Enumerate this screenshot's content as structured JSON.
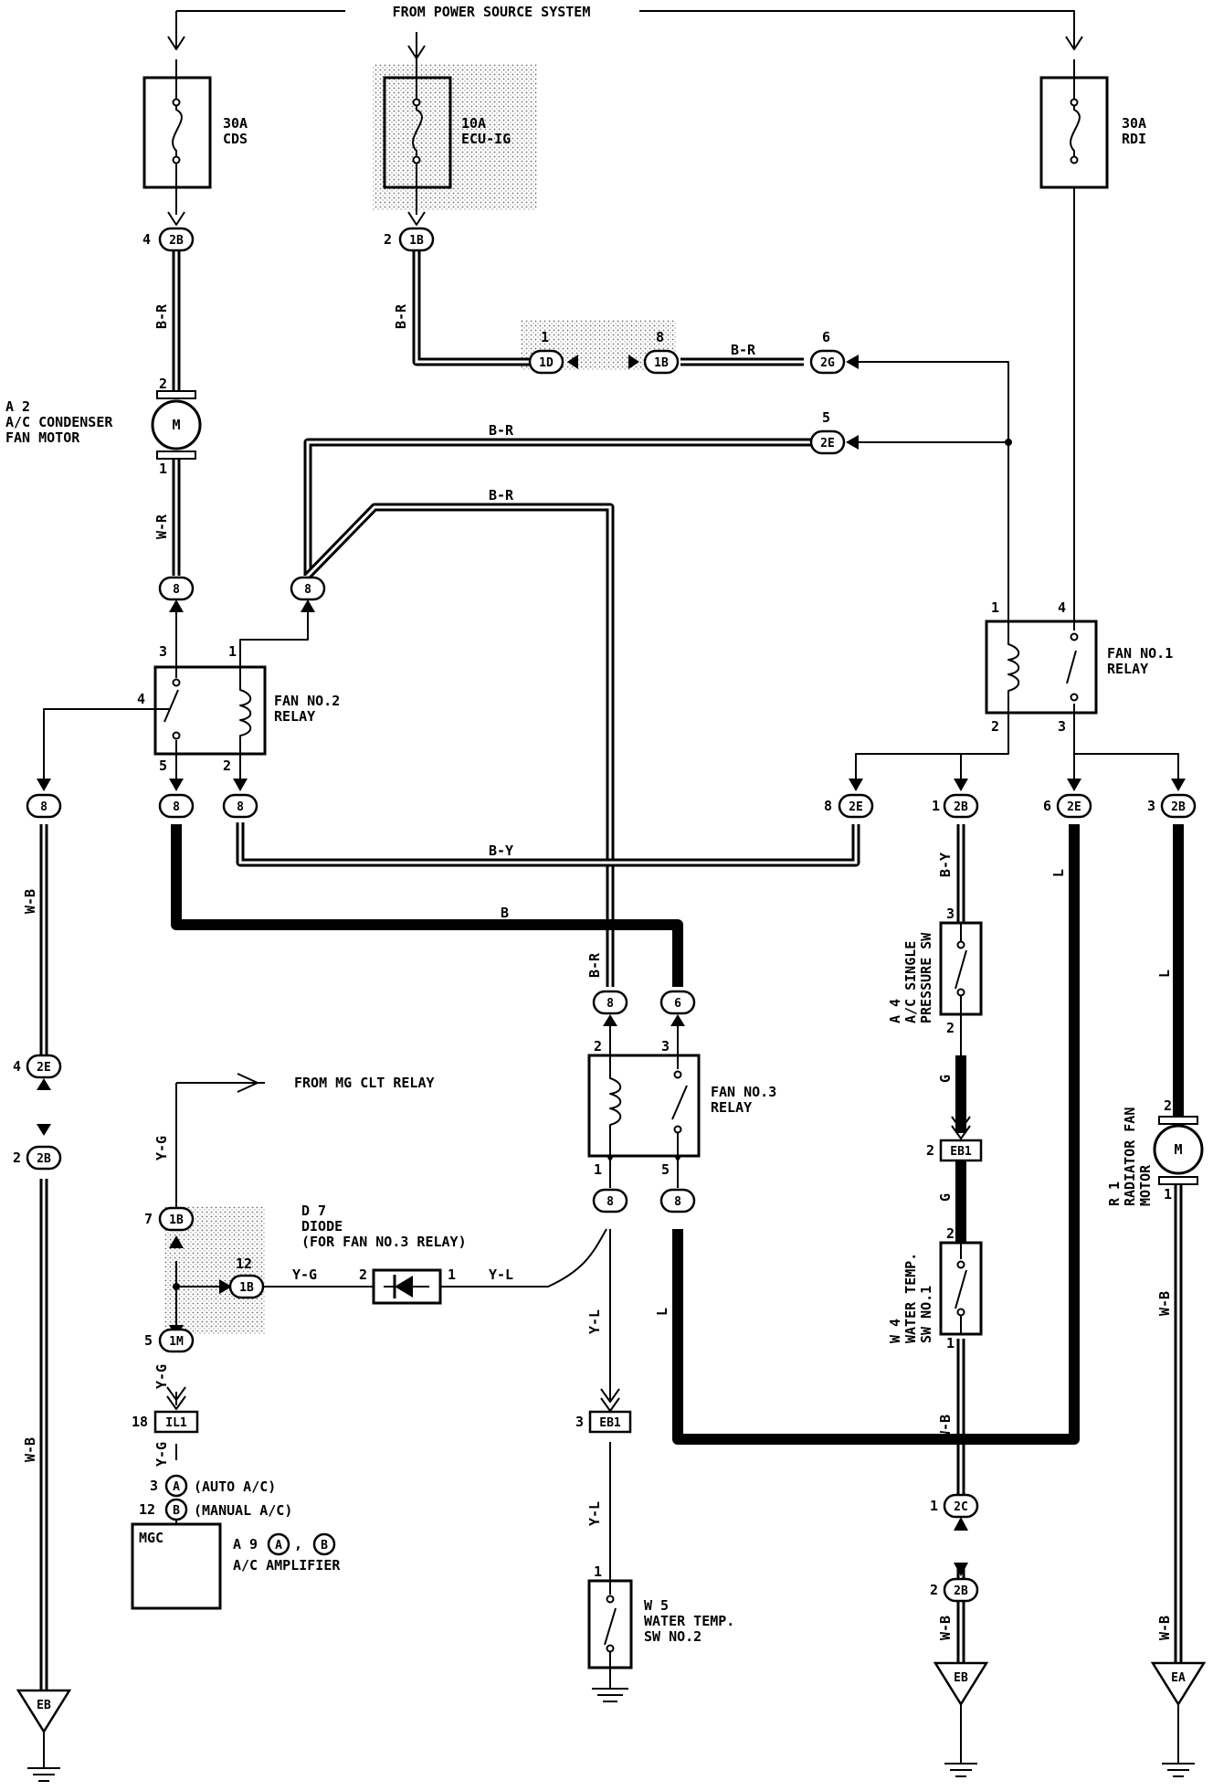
{
  "header": {
    "source": "FROM POWER SOURCE SYSTEM"
  },
  "fuses": {
    "cds": {
      "amp": "30A",
      "name": "CDS"
    },
    "ecu": {
      "amp": "10A",
      "name": "ECU-IG"
    },
    "rdi": {
      "amp": "30A",
      "name": "RDI"
    }
  },
  "components": {
    "a2": {
      "ref": "A 2",
      "l1": "A/C CONDENSER",
      "l2": "FAN MOTOR"
    },
    "fan1": {
      "l1": "FAN NO.1",
      "l2": "RELAY"
    },
    "fan2": {
      "l1": "FAN NO.2",
      "l2": "RELAY"
    },
    "fan3": {
      "l1": "FAN NO.3",
      "l2": "RELAY"
    },
    "a4": {
      "ref": "A 4",
      "l1": "A/C SINGLE",
      "l2": "PRESSURE SW"
    },
    "w4": {
      "ref": "W 4",
      "l1": "WATER TEMP.",
      "l2": "SW NO.1"
    },
    "r1": {
      "ref": "R 1",
      "l1": "RADIATOR FAN",
      "l2": "MOTOR"
    },
    "d7": {
      "ref": "D 7",
      "l1": "DIODE",
      "l2": "(FOR FAN NO.3 RELAY)"
    },
    "w5": {
      "ref": "W 5",
      "l1": "WATER TEMP.",
      "l2": "SW NO.2"
    },
    "a9": {
      "ref": "A 9",
      "l1": "A/C AMPLIFIER",
      "mgc": "MGC",
      "auto": "(AUTO A/C)",
      "manual": "(MANUAL A/C)"
    },
    "mgclt": "FROM MG CLT RELAY"
  },
  "wires": {
    "br": "B-R",
    "wr": "W-R",
    "wb": "W-B",
    "by": "B-Y",
    "b": "B",
    "yg": "Y-G",
    "yl": "Y-L",
    "g": "G",
    "l": "L"
  },
  "connectors": {
    "c2B": "2B",
    "c1B": "1B",
    "c1D": "1D",
    "c2G": "2G",
    "c2E": "2E",
    "c8": "8",
    "c6": "6",
    "c1M": "1M",
    "cIL1": "IL1",
    "cEB1": "EB1",
    "c2C": "2C",
    "cA": "A",
    "cB": "B"
  },
  "grounds": {
    "eb": "EB",
    "ea": "EA"
  },
  "pins": {
    "p1": "1",
    "p2": "2",
    "p3": "3",
    "p4": "4",
    "p5": "5",
    "p6": "6",
    "p7": "7",
    "p8": "8",
    "p12": "12",
    "p18": "18"
  }
}
